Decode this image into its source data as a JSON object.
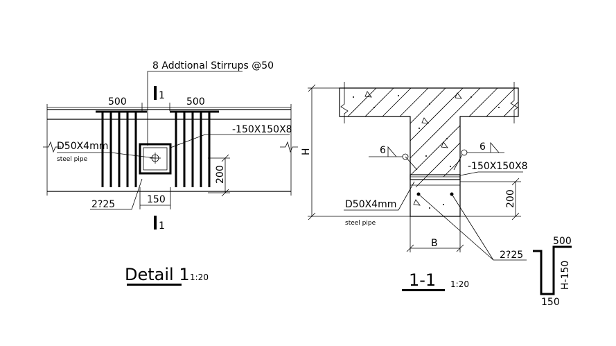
{
  "detail1": {
    "stirrups_label": "8 Addtional Stirrups @50",
    "section_mark": "1",
    "dim_left": "500",
    "dim_right": "500",
    "plate_label": "-150X150X8",
    "pipe_label": "D50X4mm",
    "pipe_note": "steel pipe",
    "dim_height": "200",
    "dim_width": "150",
    "bar_label": "2?25",
    "title": "Detail 1",
    "scale": "1:20"
  },
  "section11": {
    "dim_h": "H",
    "weld_left": "6",
    "weld_right": "6",
    "plate_label": "-150X150X8",
    "pipe_label": "D50X4mm",
    "pipe_note": "steel pipe",
    "dim_height": "200",
    "dim_width": "B",
    "bar_label": "2?25",
    "title": "1-1",
    "scale": "1:20"
  },
  "stirrup_shape": {
    "top": "500",
    "side": "H-150",
    "bottom": "150"
  }
}
